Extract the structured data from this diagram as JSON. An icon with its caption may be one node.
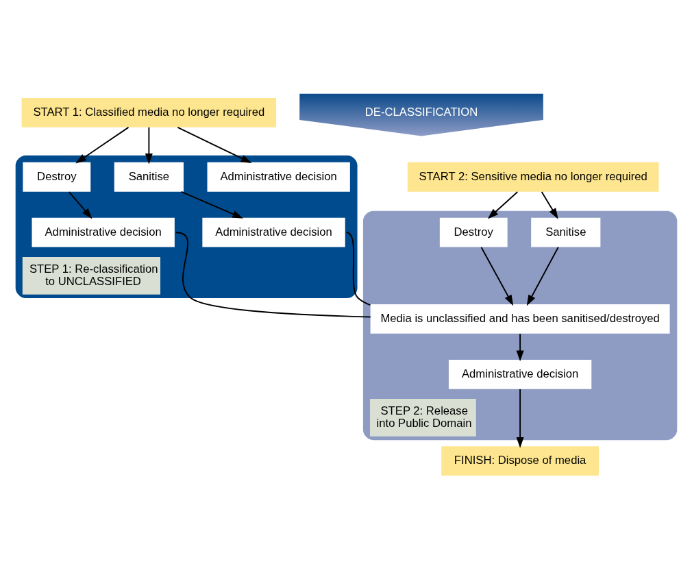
{
  "diagram": {
    "nodes": [
      {
        "text": [
          "START 1: Classified media no longer required"
        ]
      },
      {
        "text": [
          "DE-CLASSIFICATION"
        ]
      },
      {
        "text": [
          "STEP 1: Re-classification to UNCLASSIFIED"
        ]
      },
      {
        "text": [
          "Administrative decision"
        ],
        "in": 2
      },
      {
        "text": [
          "Sanitise"
        ],
        "in": 2
      },
      {
        "text": [
          "Destroy"
        ],
        "in": 2
      },
      {
        "text": [
          "Administrative decision"
        ],
        "in": 2
      },
      {
        "text": [
          "Administrative decision"
        ],
        "in": 2
      },
      {
        "text": [
          "START 2: Sensitive media no longer required"
        ]
      },
      {
        "text": [
          "STEP 2: Release into Public Domain"
        ]
      },
      {
        "text": [
          "Sanitise"
        ],
        "in": 9
      },
      {
        "text": [
          "Destroy"
        ],
        "in": 9
      },
      {
        "text": [
          "Media is unclassified and has been sanitised/destroyed"
        ],
        "in": 9
      },
      {
        "text": [
          "Administrative decision"
        ],
        "in": 9
      },
      {
        "text": [
          "FINISH: Dispose of media"
        ]
      }
    ],
    "edges": [
      {
        "from": 0,
        "to": 3,
        "arrow": "to"
      },
      {
        "from": 0,
        "to": 4,
        "arrow": "to"
      },
      {
        "from": 0,
        "to": 5,
        "arrow": "to"
      },
      {
        "from": 4,
        "to": 6,
        "arrow": "to"
      },
      {
        "from": 5,
        "to": 7,
        "arrow": "to"
      },
      {
        "from": 6,
        "to": 12,
        "arrow": "none"
      },
      {
        "from": 7,
        "to": 12,
        "arrow": "none"
      },
      {
        "from": 8,
        "to": 10,
        "arrow": "to"
      },
      {
        "from": 8,
        "to": 11,
        "arrow": "to"
      },
      {
        "from": 10,
        "to": 12,
        "arrow": "to"
      },
      {
        "from": 11,
        "to": 12,
        "arrow": "to"
      },
      {
        "from": 12,
        "to": 13,
        "arrow": "to"
      },
      {
        "from": 13,
        "to": 14,
        "arrow": "to"
      }
    ]
  }
}
